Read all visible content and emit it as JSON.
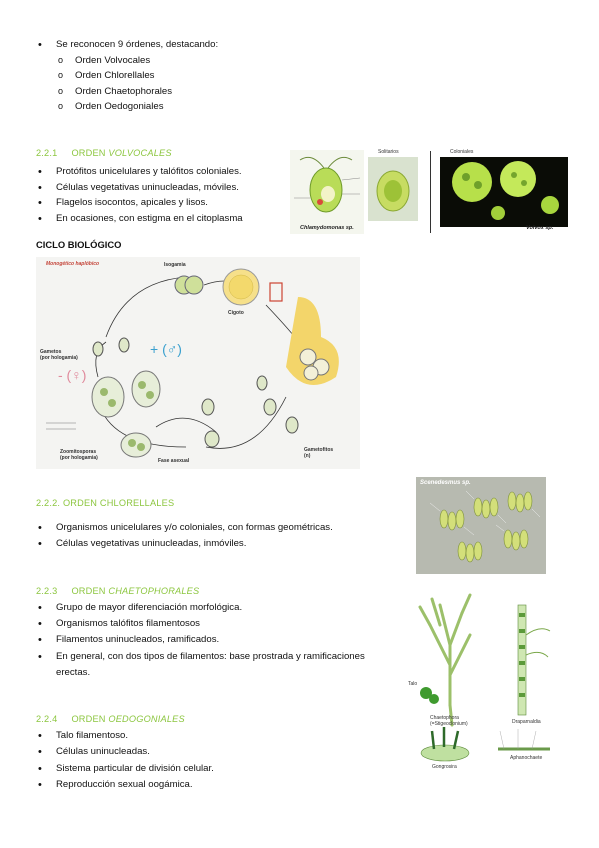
{
  "intro": {
    "text": "Se reconocen 9 órdenes, destacando:",
    "orders": [
      "Orden Volvocales",
      "Orden Chlorellales",
      "Orden Chaetophorales",
      "Orden Oedogoniales"
    ]
  },
  "volvocales": {
    "number": "2.2.1",
    "prefix": "ORDEN ",
    "name": "VOLVOCALES",
    "bullets": [
      "Protófitos unicelulares y talófitos coloniales.",
      "Células vegetativas uninucleadas, móviles.",
      "Flagelos isocontos, apicales y lisos.",
      "En ocasiones, con estigma en el citoplasma"
    ],
    "figure": {
      "label_solitary": "Solitarios",
      "label_colonial": "Coloniales",
      "caption_left": "Chlamydomonas sp.",
      "caption_right": "Volvox sp."
    }
  },
  "cycle": {
    "title": "CICLO BIOLÓGICO",
    "figure": {
      "title": "Monogético haplóbico",
      "isogamia": "Isogamia",
      "cigoto": "Cigoto",
      "gametos": "Gametos\n(por hologamia)",
      "zoomitosporas": "Zoomitosporas\n(por hologamia)",
      "fase": "Fase asexual",
      "gametofitos": "Gametofitos\n(n)",
      "male": "+ (♂)",
      "female": "- (♀)"
    }
  },
  "chlorellales": {
    "heading": "2.2.2. ORDEN CHLORELLALES",
    "bullets": [
      "Organismos unicelulares y/o coloniales, con formas geométricas.",
      "Células vegetativas uninucleadas, inmóviles."
    ],
    "figure": {
      "caption": "Scenedesmus sp."
    }
  },
  "chaetophorales": {
    "number": "2.2.3",
    "prefix": "ORDEN ",
    "name": "CHAETOPHORALES",
    "bullets": [
      "Grupo de mayor diferenciación morfológica.",
      "Organismos talófitos filamentosos",
      "Filamentos uninucleados, ramificados.",
      "En general, con dos tipos de filamentos: base prostrada y ramificaciones",
      "erectas."
    ],
    "figure": {
      "label_a": "Chaetophora\n(=Stigeoclonium)",
      "label_b": "Draparnaldia",
      "label_c": "Gongrosira",
      "label_d": "Aphanochaete",
      "label_e": "Talo"
    }
  },
  "oedogoniales": {
    "number": "2.2.4",
    "prefix": "ORDEN ",
    "name": "OEDOGONIALES",
    "bullets": [
      "Talo filamentoso.",
      "Células uninucleadas.",
      "Sistema particular de división celular.",
      "Reproducción sexual oogámica."
    ]
  }
}
